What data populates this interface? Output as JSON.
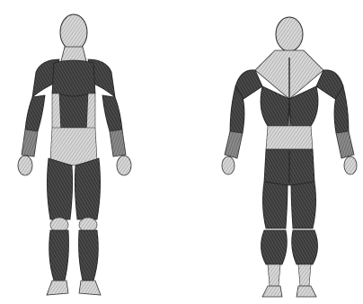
{
  "figures": [
    {
      "view": "front",
      "icon": "anatomy-front-figure"
    },
    {
      "view": "back",
      "icon": "anatomy-back-figure"
    }
  ],
  "colors": {
    "background": "#ffffff",
    "skin_light": "#e6e6e6",
    "skin_mid": "#bdbdbd",
    "muscle_dark": "#3e3e3e",
    "muscle_mid": "#6a6a6a",
    "outline": "#1e1e1e"
  }
}
